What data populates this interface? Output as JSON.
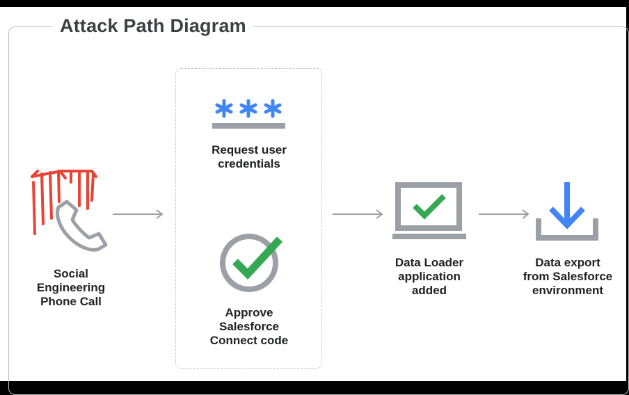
{
  "diagram": {
    "title": "Attack Path Diagram",
    "nodes": [
      {
        "id": "phone",
        "label": "Social\nEngineering\nPhone Call",
        "icon": "ringing-phone-icon"
      },
      {
        "id": "credentials",
        "label": "Request user\ncredentials",
        "icon": "password-asterisks-icon"
      },
      {
        "id": "approve",
        "label": "Approve\nSalesforce\nConnect code",
        "icon": "circle-checkmark-icon"
      },
      {
        "id": "dataloader",
        "label": "Data Loader\napplication\nadded",
        "icon": "laptop-checkmark-icon"
      },
      {
        "id": "export",
        "label": "Data export\nfrom Salesforce\nenvironment",
        "icon": "download-arrow-icon"
      }
    ],
    "edges": [
      {
        "from": "phone",
        "to": "credentials-group"
      },
      {
        "from": "credentials-group",
        "to": "dataloader"
      },
      {
        "from": "dataloader",
        "to": "export"
      }
    ],
    "colors": {
      "red": "#ea4335",
      "blue": "#4285f4",
      "green": "#34a853",
      "gray": "#9aa0a6",
      "text": "#202124",
      "arrow": "#9e9e9e"
    }
  }
}
